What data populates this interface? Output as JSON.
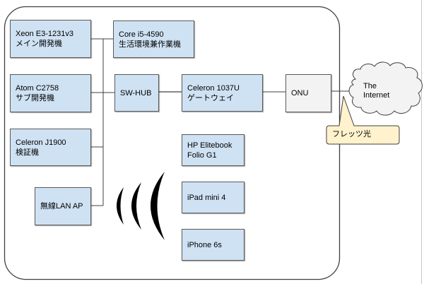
{
  "diagram": {
    "title": "Home network diagram",
    "colors": {
      "device_fill": "#cfe2f3",
      "onu_fill": "#f3f3f3",
      "cloud_fill": "#f3f3f3",
      "callout_fill": "#fff2cc",
      "border": "#595959",
      "line": "#404040"
    },
    "nodes": {
      "xeon": {
        "line1": "Xeon E3-1231v3",
        "line2": "メイン開発機"
      },
      "core": {
        "line1": "Core i5-4590",
        "line2": "生活環境兼作業機"
      },
      "atom": {
        "line1": "Atom C2758",
        "line2": "サブ開発機"
      },
      "swhub": {
        "line1": "SW-HUB"
      },
      "gateway": {
        "line1": "Celeron 1037U",
        "line2": "ゲートウェイ"
      },
      "onu": {
        "line1": "ONU"
      },
      "j1900": {
        "line1": "Celeron J1900",
        "line2": "検証機"
      },
      "wlan_ap": {
        "line1": "無線LAN AP"
      },
      "hp": {
        "line1": "HP Elitebook",
        "line2": "Folio G1"
      },
      "ipad": {
        "line1": "iPad mini 4"
      },
      "iphone": {
        "line1": "iPhone 6s"
      }
    },
    "cloud": {
      "line1": "The",
      "line2": "Internet"
    },
    "callout": {
      "text": "フレッツ光"
    },
    "icons": {
      "wireless": "wireless-signal-icon",
      "cloud": "cloud-icon"
    },
    "connections": [
      [
        "xeon",
        "bus"
      ],
      [
        "core",
        "bus"
      ],
      [
        "atom",
        "bus"
      ],
      [
        "swhub",
        "bus"
      ],
      [
        "j1900",
        "bus"
      ],
      [
        "wlan_ap",
        "bus"
      ],
      [
        "swhub",
        "gateway"
      ],
      [
        "gateway",
        "onu"
      ],
      [
        "onu",
        "cloud"
      ]
    ]
  }
}
